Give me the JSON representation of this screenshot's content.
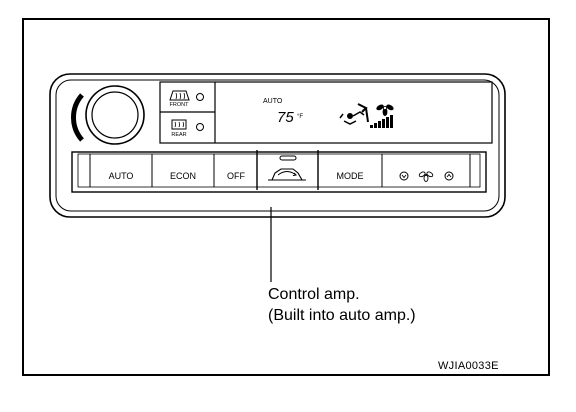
{
  "panel": {
    "defrost_front_label": "FRONT",
    "defrost_rear_label": "REAR",
    "display_mode": "AUTO",
    "display_temperature": "75",
    "display_unit": "°F",
    "buttons": {
      "auto": "AUTO",
      "econ": "ECON",
      "off": "OFF",
      "mode": "MODE"
    }
  },
  "callout": {
    "line1": "Control amp.",
    "line2": "(Built into auto amp.)"
  },
  "figure_id": "WJIA0033E"
}
